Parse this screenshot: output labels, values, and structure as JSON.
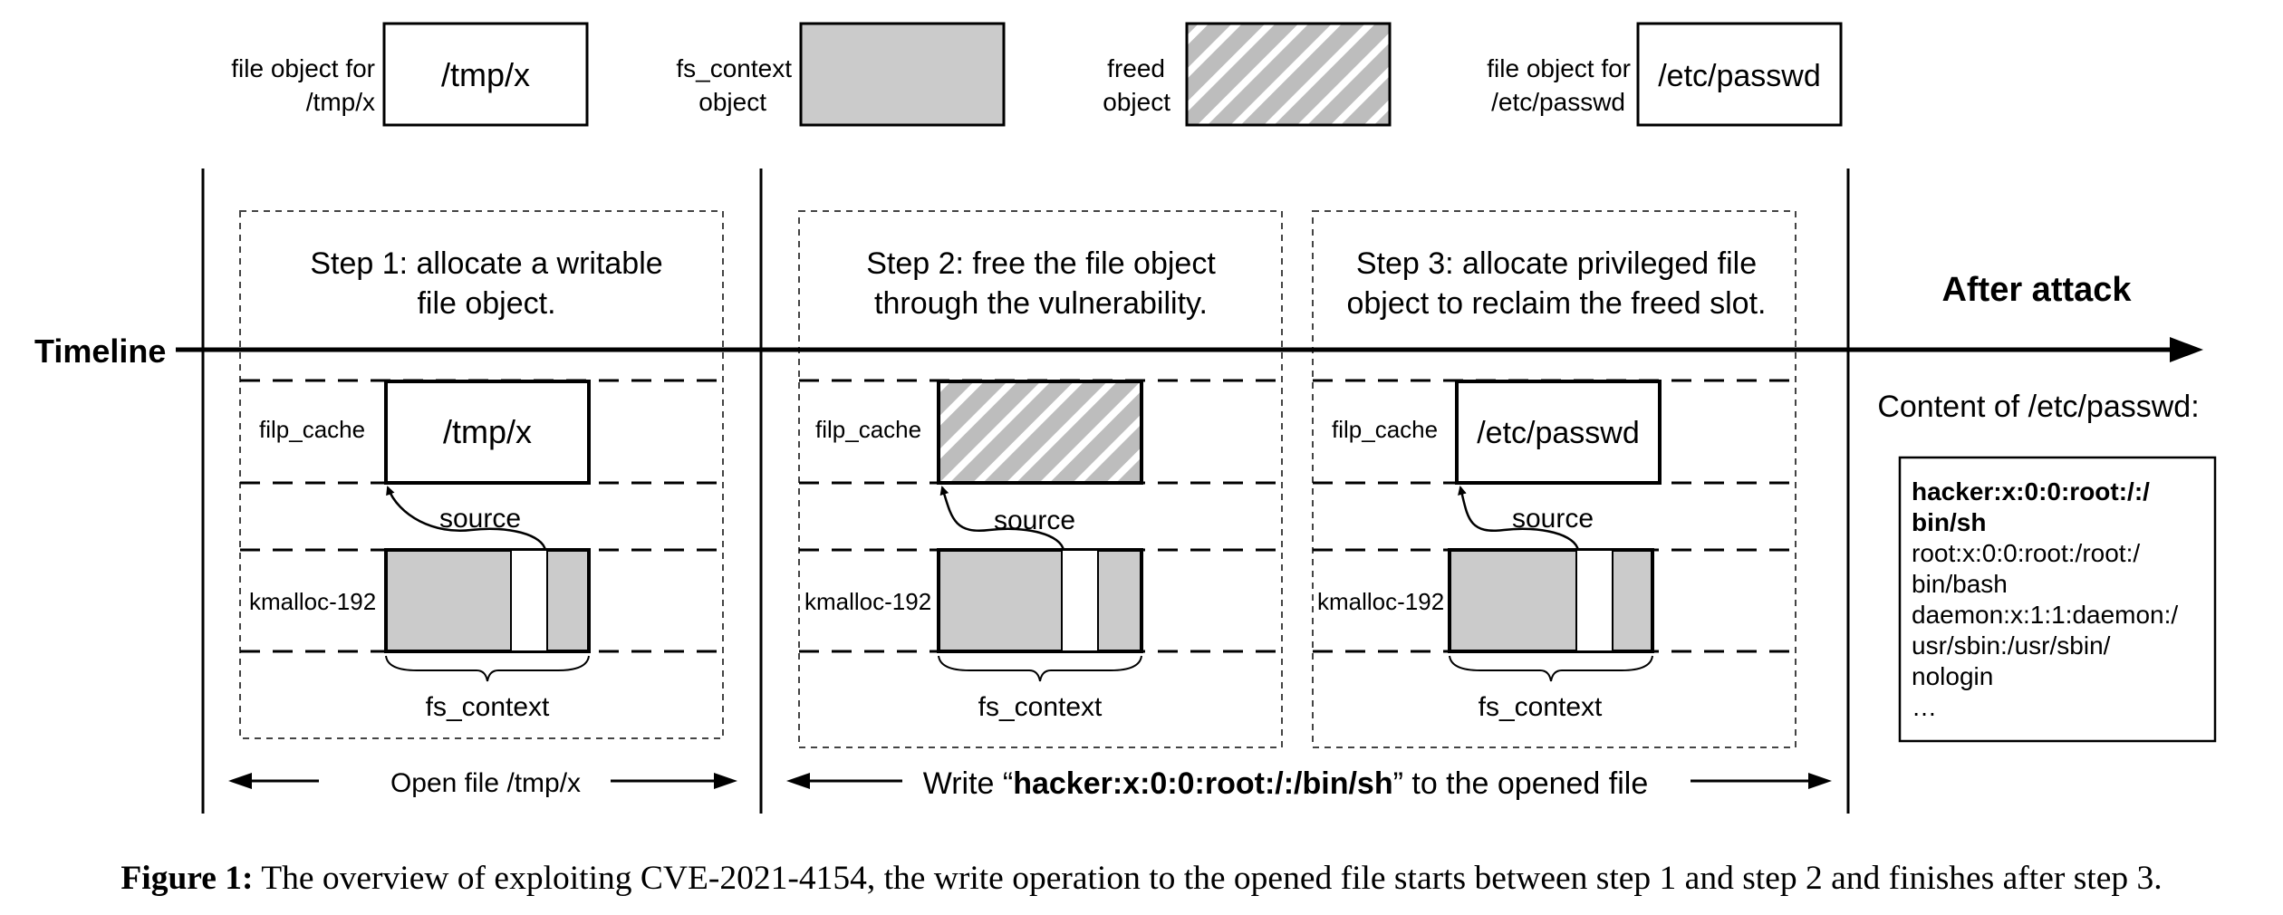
{
  "legend": [
    {
      "label_lines": [
        "file object for",
        "/tmp/x"
      ],
      "box_text": "/tmp/x",
      "kind": "white"
    },
    {
      "label_lines": [
        "fs_context",
        "object"
      ],
      "box_text": "",
      "kind": "gray"
    },
    {
      "label_lines": [
        "freed",
        "object"
      ],
      "box_text": "",
      "kind": "hatched"
    },
    {
      "label_lines": [
        "file object for",
        "/etc/passwd"
      ],
      "box_text": "/etc/passwd",
      "kind": "white"
    }
  ],
  "timeline_label": "Timeline",
  "steps": [
    {
      "title_lines": [
        "Step 1: allocate a writable",
        "file object."
      ],
      "filp_label": "filp_cache",
      "filp_obj_text": "/tmp/x",
      "filp_kind": "white",
      "kmalloc_label": "kmalloc-192",
      "source_label": "source",
      "fs_label": "fs_context"
    },
    {
      "title_lines": [
        "Step 2: free the file object",
        "through the vulnerability."
      ],
      "filp_label": "filp_cache",
      "filp_obj_text": "",
      "filp_kind": "hatched",
      "kmalloc_label": "kmalloc-192",
      "source_label": "source",
      "fs_label": "fs_context"
    },
    {
      "title_lines": [
        "Step 3: allocate privileged file",
        "object to reclaim the freed slot."
      ],
      "filp_label": "filp_cache",
      "filp_obj_text": "/etc/passwd",
      "filp_kind": "white",
      "kmalloc_label": "kmalloc-192",
      "source_label": "source",
      "fs_label": "fs_context"
    }
  ],
  "after": {
    "title": "After attack",
    "content_label": "Content of /etc/passwd:",
    "passwd_lines": [
      {
        "text": "hacker:x:0:0:root:/:/",
        "bold": true
      },
      {
        "text": "bin/sh",
        "bold": true
      },
      {
        "text": "root:x:0:0:root:/root:/",
        "bold": false
      },
      {
        "text": "bin/bash",
        "bold": false
      },
      {
        "text": "daemon:x:1:1:daemon:/",
        "bold": false
      },
      {
        "text": "usr/sbin:/usr/sbin/",
        "bold": false
      },
      {
        "text": "nologin",
        "bold": false
      },
      {
        "text": "…",
        "bold": false
      }
    ]
  },
  "bottom": {
    "open_label": "Open file /tmp/x",
    "write_prefix": "Write “",
    "write_bold": "hacker:x:0:0:root:/:/bin/sh",
    "write_suffix": "” to the opened file"
  },
  "caption": {
    "label": "Figure 1:",
    "text": " The overview of exploiting CVE-2021-4154, the write operation to the opened file starts between step 1 and step 2 and finishes after step 3."
  },
  "colors": {
    "gray": "#cbcbcb",
    "hatch": "#b8b8b8",
    "line": "#000000"
  }
}
